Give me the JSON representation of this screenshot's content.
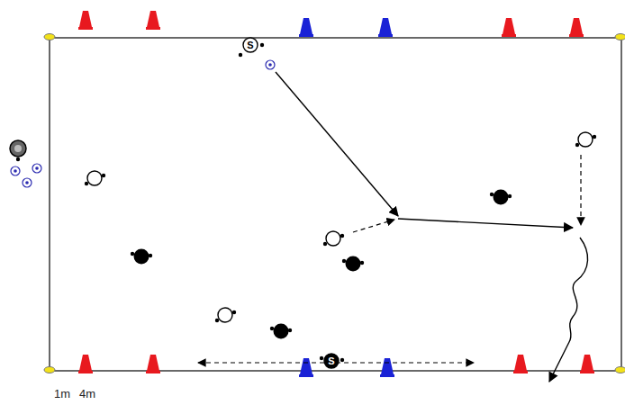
{
  "diagram": {
    "nodes": [
      {
        "text": [
          "S"
        ]
      },
      {
        "text": [
          "S"
        ]
      }
    ],
    "labels": [
      "1m",
      "4m"
    ]
  }
}
